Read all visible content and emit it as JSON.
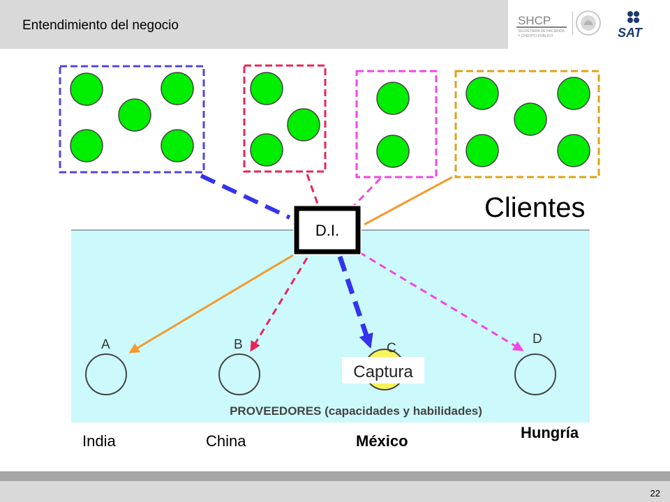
{
  "header": {
    "title": "Entendimiento del negocio"
  },
  "logos": {
    "shcp_name": "SHCP",
    "shcp_line1": "SECRETARÍA DE HACIENDA",
    "shcp_line2": "Y CRÉDITO PÚBLICO",
    "sat_name": "SAT"
  },
  "diagram": {
    "clientes_label": "Clientes",
    "hub_label": "D.I.",
    "suppliers_label": "PROVEEDORES (capacidades y habilidades)",
    "capture_label": "Captura",
    "suppliers": [
      {
        "letter": "A",
        "country": "India"
      },
      {
        "letter": "B",
        "country": "China"
      },
      {
        "letter": "C",
        "country": "México"
      },
      {
        "letter": "D",
        "country": "Hungría"
      }
    ],
    "colors": {
      "water": "#ccf9fb",
      "node": "#00ee00",
      "blue": "#3333ee",
      "red": "#e8245a",
      "magenta": "#f046e8",
      "orange": "#f59a2c",
      "gold": "#dda316",
      "capture": "#f7f35a"
    }
  },
  "footer": {
    "page_number": "22"
  }
}
